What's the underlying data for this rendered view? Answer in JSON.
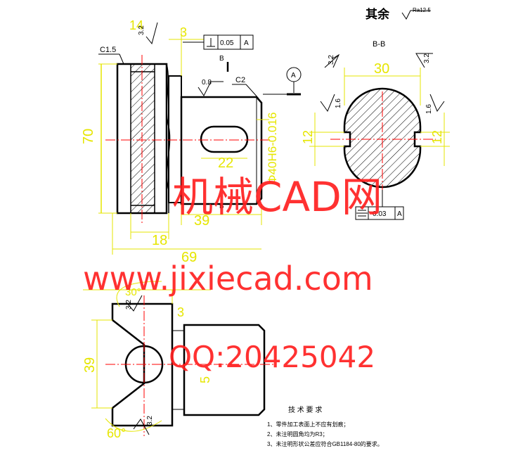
{
  "header": {
    "title": "其余",
    "roughness_other": "Ra12.5"
  },
  "section": {
    "label": "B-B"
  },
  "roughness": {
    "r32": "3.2",
    "r16": "1.6",
    "r08": "0.8"
  },
  "dims": {
    "d70": "70",
    "d18": "18",
    "d39": "39",
    "d69": "69",
    "d22": "22",
    "d12": "12",
    "d30": "30",
    "d3": "3",
    "d5": "5",
    "d60": "60°",
    "d30deg": "30°",
    "d14": "14",
    "fit": "Φ40H6-0.016",
    "c15": "C1.5",
    "c2": "C2",
    "sec_b": "B"
  },
  "tolerance": {
    "perp_value": "0.05",
    "perp_datum": "A",
    "sym_value": "0.03",
    "sym_datum": "A",
    "datum": "A"
  },
  "notes": {
    "heading": "技  术  要  求",
    "items": [
      "1、零件加工表面上不应有划痕；",
      "2、未注明圆角均为R3；",
      "3、未注明形状公差应符合GB1184-80的要求。"
    ]
  },
  "watermark": {
    "line1": "机械CAD网",
    "line2": "www.jixiecad.com",
    "line3": "QQ:20425042"
  }
}
